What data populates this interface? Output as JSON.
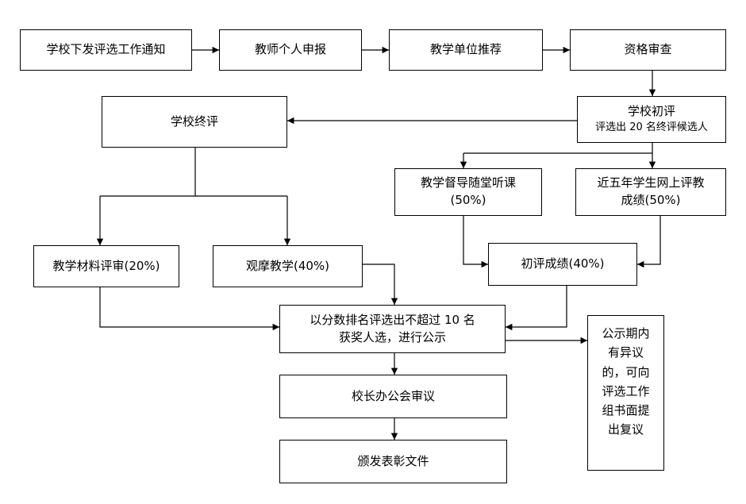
{
  "nodes": {
    "notice": "学校下发评选工作通知",
    "teacher_apply": "教师个人申报",
    "unit_recommend": "教学单位推荐",
    "qualification": "资格审查",
    "prelim_title": "学校初评",
    "prelim_sub": "评选出 20 名终评候选人",
    "final": "学校终评",
    "supervision_line1": "教学督导随堂听课",
    "supervision_line2": "(50%)",
    "online_line1": "近五年学生网上评教",
    "online_line2": "成绩(50%)",
    "materials": "教学材料评审(20%)",
    "observe": "观摩教学(40%)",
    "prelim_score": "初评成绩(40%)",
    "rank_line1": "以分数排名评选出不超过 10 名",
    "rank_line2": "获奖人选，进行公示",
    "principal": "校长办公会审议",
    "issue": "颁发表彰文件",
    "objection_lines": [
      "公示期内",
      "有异议",
      "的，可向",
      "评选工作",
      "组书面提",
      "出复议"
    ]
  }
}
